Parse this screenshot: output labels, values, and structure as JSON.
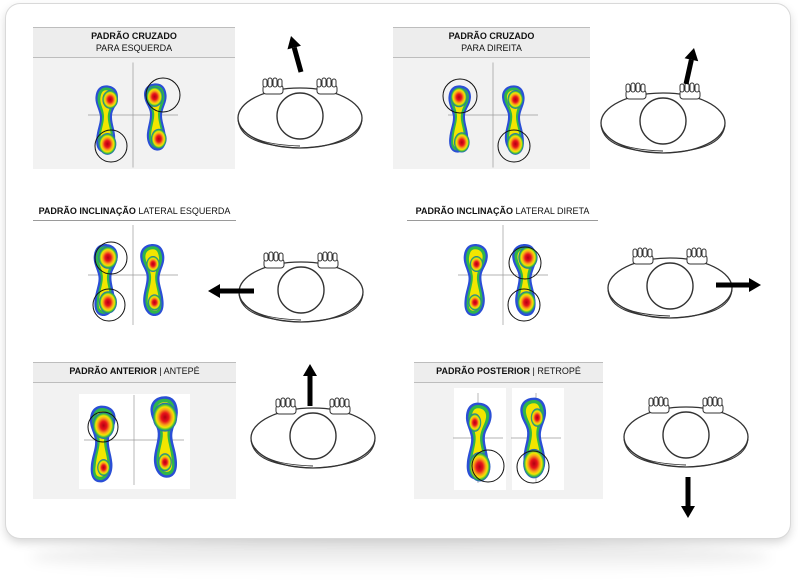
{
  "panels": [
    {
      "id": "cross-left",
      "title_bold": "PADRÃO CRUZADO",
      "title_rest": "",
      "subtitle": "PARA ESQUERDA"
    },
    {
      "id": "cross-right",
      "title_bold": "PADRÃO CRUZADO",
      "title_rest": "",
      "subtitle": "PARA DIREITA"
    },
    {
      "id": "tilt-left",
      "title_bold": "PADRÃO INCLINAÇÃO",
      "title_rest": " LATERAL ESQUERDA",
      "subtitle": ""
    },
    {
      "id": "tilt-right",
      "title_bold": "PADRÃO INCLINAÇÃO",
      "title_rest": " LATERAL DIRETA",
      "subtitle": ""
    },
    {
      "id": "anterior",
      "title_bold": "PADRÃO ANTERIOR",
      "title_rest": " | ANTEPÉ",
      "subtitle": ""
    },
    {
      "id": "posterior",
      "title_bold": "PADRÃO POSTERIOR",
      "title_rest": " | RETROPÉ",
      "subtitle": ""
    }
  ],
  "arrow_directions": [
    "up-left-tilt",
    "up-right-tilt",
    "left",
    "right",
    "up",
    "down"
  ],
  "colors": {
    "heat_red": "#e8141b",
    "heat_yellow": "#f2e600",
    "heat_green": "#2fb64a",
    "heat_blue": "#2a4fd6",
    "arrow": "#000000"
  }
}
